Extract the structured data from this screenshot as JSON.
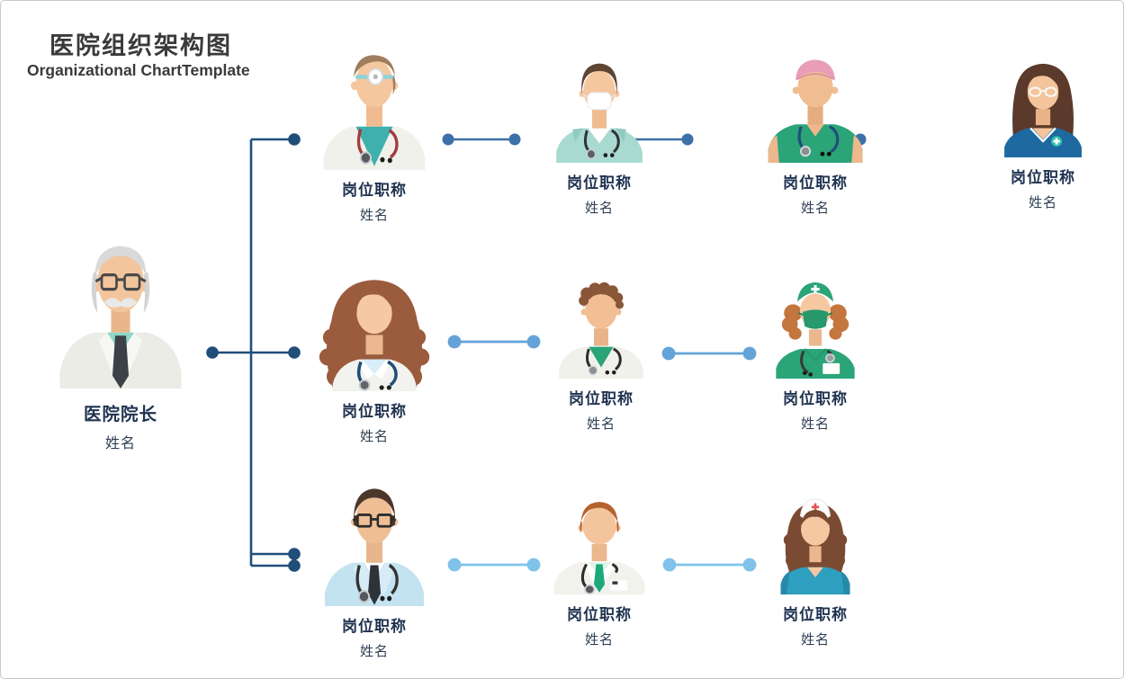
{
  "page": {
    "title": "医院组织架构图",
    "subtitle": "Organizational ChartTemplate"
  },
  "director": {
    "title": "医院院长",
    "name": "姓名",
    "avatar": "elderly-director"
  },
  "people": [
    {
      "title": "岗位职称",
      "name": "姓名",
      "avatar": "doctor-head-mirror",
      "row": 1
    },
    {
      "title": "岗位职称",
      "name": "姓名",
      "avatar": "nurse-face-mask",
      "row": 1
    },
    {
      "title": "岗位职称",
      "name": "姓名",
      "avatar": "surgeon-pink-cap",
      "row": 1
    },
    {
      "title": "岗位职称",
      "name": "姓名",
      "avatar": "nurse-navy-scrub",
      "row": 1
    },
    {
      "title": "岗位职称",
      "name": "姓名",
      "avatar": "doctor-woman-long-hair",
      "row": 2
    },
    {
      "title": "岗位职称",
      "name": "姓名",
      "avatar": "doctor-curly-hair",
      "row": 2
    },
    {
      "title": "岗位职称",
      "name": "姓名",
      "avatar": "nurse-green-cap-mask",
      "row": 2
    },
    {
      "title": "岗位职称",
      "name": "姓名",
      "avatar": "doctor-black-glasses",
      "row": 3
    },
    {
      "title": "岗位职称",
      "name": "姓名",
      "avatar": "doctor-green-tie",
      "row": 3
    },
    {
      "title": "岗位职称",
      "name": "姓名",
      "avatar": "nurse-white-cap",
      "row": 3
    }
  ],
  "colors": {
    "heading-text": "#3a3a3a",
    "role-text": "#1f3250",
    "name-text": "#2f4055",
    "link-root": "#1f4e79",
    "link-level1": "#3d6fa8",
    "link-level2": "#64a3d8",
    "link-level3": "#7fc2ea"
  }
}
